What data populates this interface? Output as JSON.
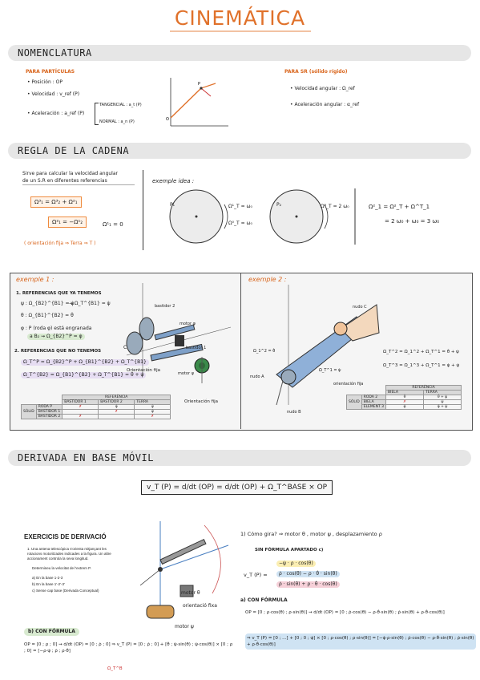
{
  "title": "CINEMÁTICA",
  "sections": {
    "nomenclatura": "NOMENCLATURA",
    "regla": "REGLA DE LA CADENA",
    "derivada": "DERIVADA EN BASE MÓVIL"
  },
  "nomen": {
    "particulas_head": "PARA PARTÍCULAS",
    "posicion": "• Posición : OP",
    "velocidad": "• Velocidad : v_ref (P)",
    "aceleracion": "• Aceleración : a_ref (P)",
    "tangencial": "TANGENCIAL : a_t (P)",
    "normal": "NORMAL : a_n (P)",
    "solido_head": "PARA SR (sólido rígido)",
    "vel_ang": "• Velocidad angular : Ω_ref",
    "acel_ang": "• Aceleración angular : α_ref",
    "diagram_label_O": "O",
    "diagram_label_P": "P"
  },
  "regla": {
    "intro_1": "Sirve para calcular la velocidad angular",
    "intro_2": "de un S.R en diferentes referencias",
    "eq1": "Ω³₁ = Ω³₂ + Ω²₁",
    "eq2": "Ω²₁ = −Ω¹₂",
    "eq3": "Ω¹₁ = 0",
    "note": "( orientación fija ⇒ Terra ⇒ T )",
    "example_head": "exemple idea :",
    "disk1_label": "P₁",
    "disk1_eq1": "Ω¹_T = ω₀",
    "disk1_eq2": "Ω⁰_T = ω₀",
    "disk2_label": "P₂",
    "disk2_eq": "Ω²_T = 2 ω₀",
    "result_1": "Ω²_1 = Ω²_T + Ω^T_1",
    "result_2": "= 2 ω₀ + ω₀ = 3 ω₀"
  },
  "ex1": {
    "head": "exemple 1 :",
    "l1": "1. REFERENCIAS QUE YA TENEMOS",
    "l2": "ψ : Ω_{B2}^{B1} = ψ̇",
    "l3": "→ Ω_T^{B1} = ψ̇",
    "l4": "θ : Ω_{B1}^{B2} = θ̇",
    "l5": "φ : P (roda φ) está engranada",
    "l6": "a B₂ ⇝ Ω_{B2}^P = φ̇",
    "l7": "2. REFERENCIAS QUE NO TENEMOS",
    "l8": "Ω_T^P = Ω_{B2}^P + Ω_{B1}^{B2} + Ω_T^{B1}",
    "l9": "Ω_T^{B2} = Ω_{B1}^{B2} + Ω_T^{B1} = θ̇ + ψ̇",
    "label_bastidor2": "bastidor 2",
    "label_motor": "motor φ",
    "label_bastidor1": "bastidor 1",
    "label_orient1": "Orientación fija",
    "label_motorpsi": "motor ψ",
    "label_orient2": "Orientación fija",
    "label_c": "C",
    "table_ref": "REFERÈNCIA",
    "table_cols": [
      "BASTIDOR 1",
      "BASTIDOR 2",
      "TERRA"
    ],
    "table_solid": "SÒLID",
    "table_rows": [
      {
        "name": "RODA P",
        "c": [
          "✗",
          "φ̇",
          "ψ̇"
        ]
      },
      {
        "name": "BASTIDOR 1",
        "c": [
          "",
          "✗",
          "ψ̇"
        ]
      },
      {
        "name": "BASTIDOR 2",
        "c": [
          "✗",
          "",
          "✗"
        ]
      }
    ]
  },
  "ex2": {
    "head": "exemple 2 :",
    "nudo_c": "nudo C",
    "nudo_a": "nudo A",
    "nudo_b": "nudo B",
    "orient": "orientación fija",
    "eq1": "Ω_T^2 = Ω_1^2 + Ω_T^1 = θ̇ + ψ̇",
    "eq2": "Ω_T^3 = Ω_1^3 + Ω_T^1 = φ̇ + ψ̇",
    "side1": "Ω_T^1 = ψ̇",
    "side2": "Ω_1^2 = θ̇",
    "table_ref": "REFERÈNCIA",
    "table_cols": [
      "BIELA",
      "TERRA"
    ],
    "table_solid": "SÒLID",
    "table_rows": [
      {
        "name": "RODA 2",
        "c": [
          "θ̇",
          "θ̇ + ψ̇"
        ]
      },
      {
        "name": "BIELA",
        "c": [
          "✗",
          "ψ̇"
        ]
      },
      {
        "name": "ELEMENT 3",
        "c": [
          "φ̇",
          "φ̇ + ψ̇"
        ]
      }
    ]
  },
  "deriv": {
    "formula": "v_T (P) = d/dt (OP) = d/dt (OP) + Ω_T^BASE × OP",
    "ex_title": "EXERCICIS DE DERIVACIÓ",
    "ex_text": "1. Una antena telescòpica s'orienta mitjançant les rotacions motoritzades indicades a la figura. Un altre accionament controla la seva longitud.",
    "ex_q": "Determineu la velocitat de l'extrem P.",
    "ex_a": "a) En la base 1-2-3",
    "ex_b": "b) En la base 1'-2'-3'",
    "ex_c": "c) Sense cap base (Derivada Conceptual)",
    "fig_motor_theta": "motor θ",
    "fig_motor_psi": "motor ψ",
    "fig_orient": "orientació fixa",
    "q_gira": "1) Cómo gira? ⇒ motor θ , motor ψ , desplazamiento ρ",
    "sin_formula": "SIN FÓRMULA APARTADO c)",
    "vt_label": "v_T (P) =",
    "vt_r1": "−ψ̇ · ρ · cos(θ)",
    "vt_r2": "ρ̇ · cos(θ) − ρ · θ̇ · sin(θ)",
    "vt_r3": "ρ̇ · sin(θ) + ρ · θ̇ · cos(θ)",
    "con_formula_a": "a) CON FÓRMULA",
    "a_line": "OP = [0 ; ρ·cos(θ) ; ρ·sin(θ)] ⇝ d/dt (OP) = [0 ; ρ̇·cos(θ) − ρ·θ̇·sin(θ) ; ρ̇·sin(θ) + ρ·θ̇·cos(θ)]",
    "a_result": "⇒ v_T (P) = [0 ; ...] + [0 ; 0 ; ψ̇] × [0 ; ρ·cos(θ) ; ρ·sin(θ)] = [−ψ̇·ρ·sin(θ) ; ρ̇·cos(θ) − ρ·θ̇·sin(θ) ; ρ̇·sin(θ) + ρ·θ̇·cos(θ)]",
    "con_formula_b": "b) CON FÓRMULA",
    "b_line": "OP = [0 ; ρ ; 0] ⇝ d/dt (OP) = [0 ; ρ̇ ; 0] ⇒ v_T (P) = [0 ; ρ̇ ; 0] + [θ̇ ; ψ̇·sin(θ) ; ψ̇·cos(θ)] × [0 ; ρ ; 0] = [−ρ·ψ̇ ; ρ̇ ; ρ·θ̇]",
    "b_omega": "Ω_T^B"
  }
}
